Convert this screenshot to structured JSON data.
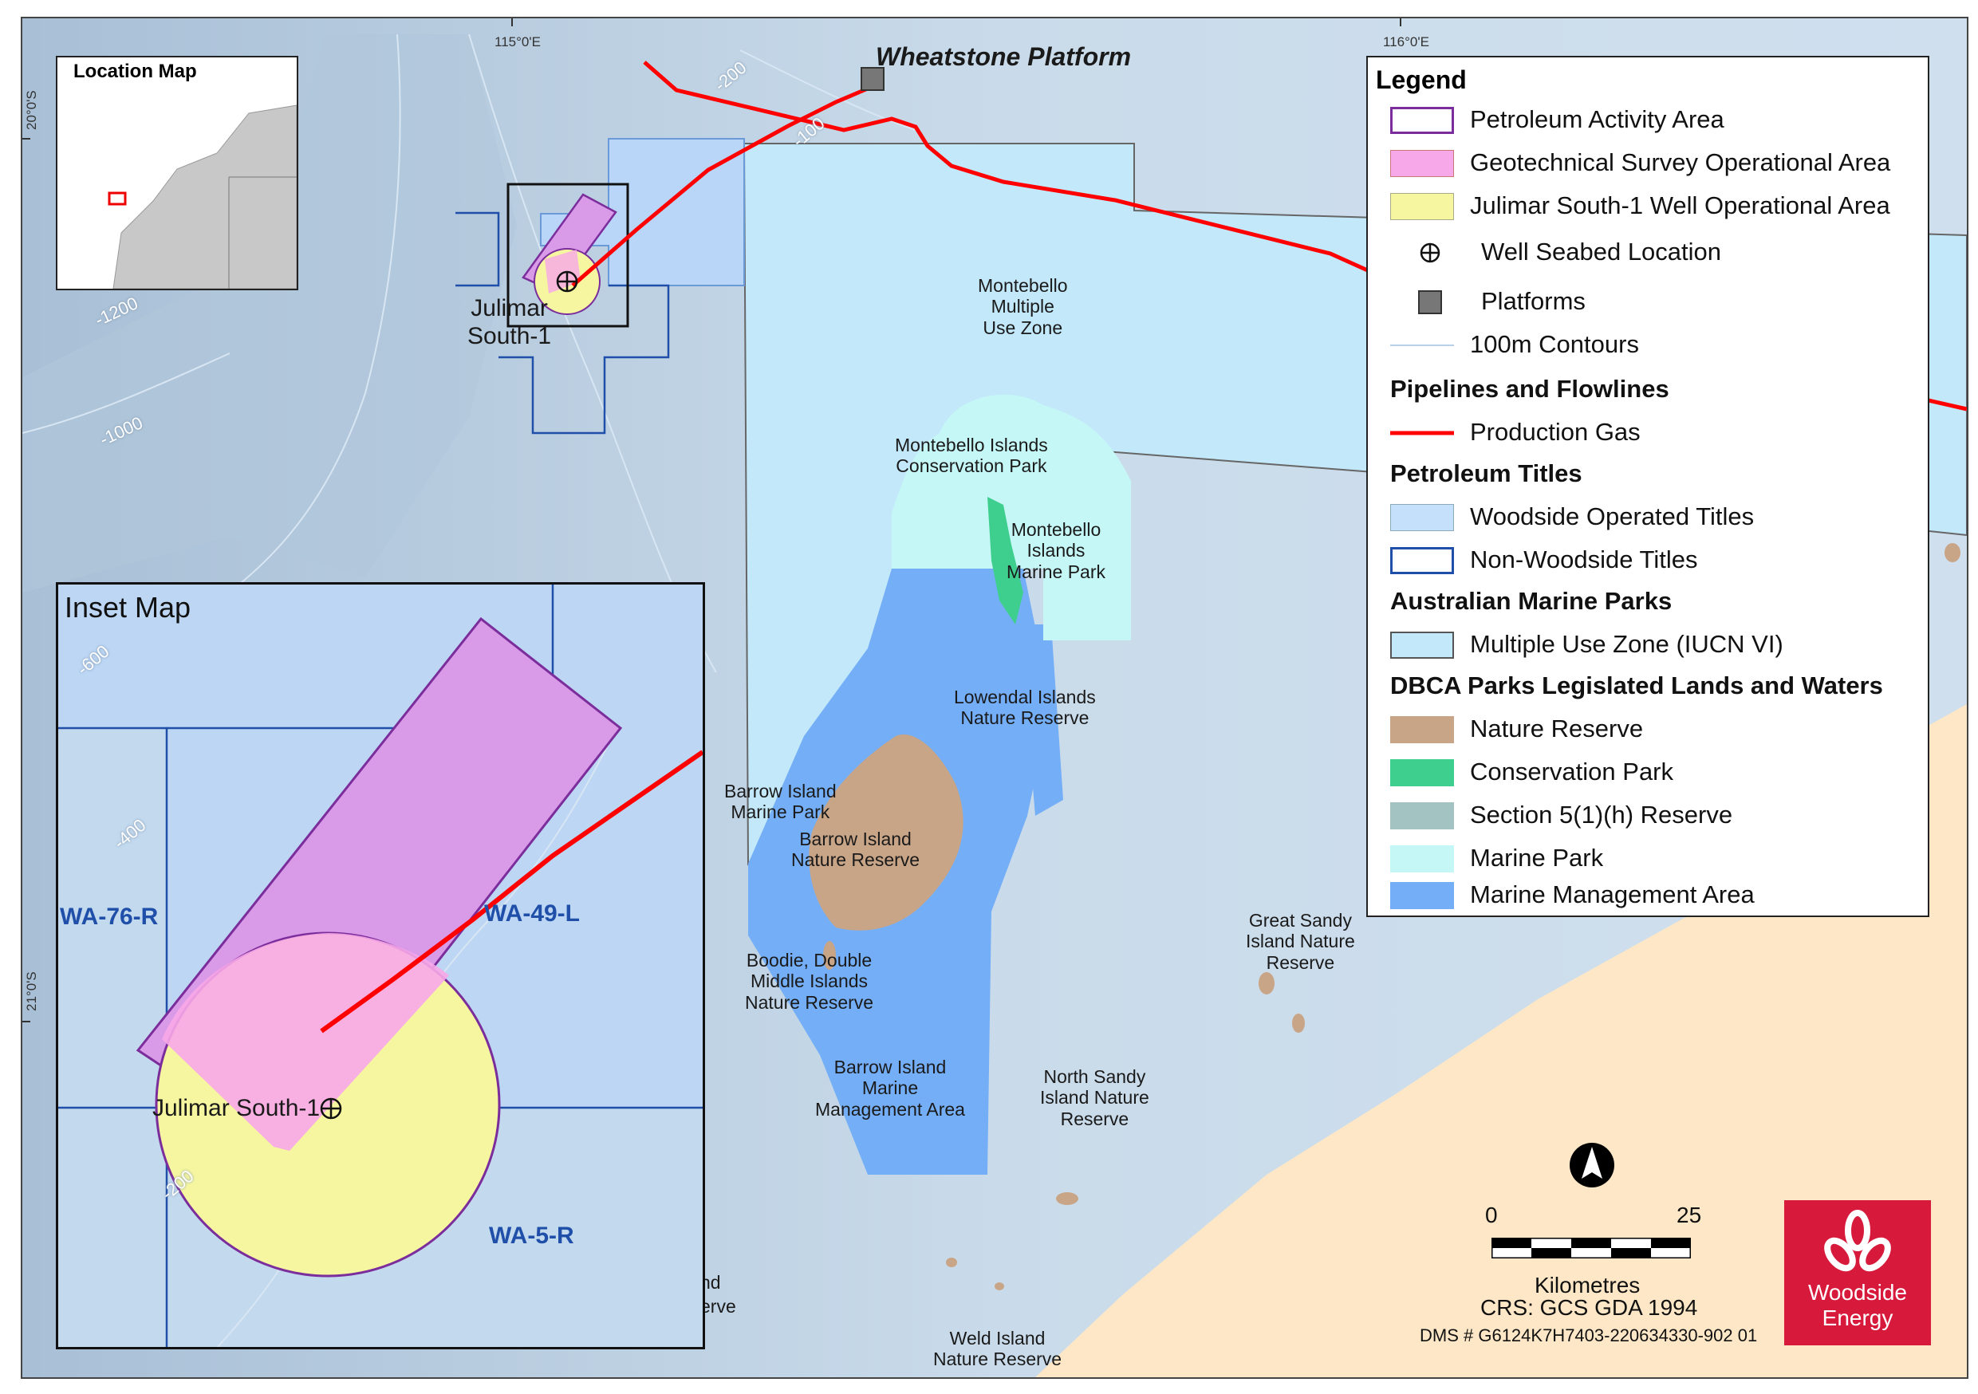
{
  "map": {
    "platform_label": "Wheatstone Platform",
    "well_label": "Julimar\nSouth-1",
    "graticule": {
      "lon_115": "115°0'E",
      "lon_116": "116°0'E",
      "lat_20": "20°0'S",
      "lat_21": "21°0'S"
    },
    "contours": {
      "c200_top": "-200",
      "c100_top": "-100",
      "c1200": "-1200",
      "c1000": "-1000"
    },
    "features": {
      "montebello_muz": "Montebello\nMultiple\nUse Zone",
      "montebello_cp": "Montebello Islands\nConservation Park",
      "montebello_mp": "Montebello\nIslands\nMarine Park",
      "lowendal": "Lowendal Islands\nNature Reserve",
      "barrow_mp": "Barrow Island\nMarine Park",
      "barrow_nr": "Barrow Island\nNature Reserve",
      "boodie": "Boodie, Double\nMiddle Islands\nNature Reserve",
      "barrow_mma": "Barrow Island\nMarine\nManagement Area",
      "great_sandy": "Great Sandy\nIsland Nature\nReserve",
      "north_sandy": "North Sandy\nIsland Nature\nReserve",
      "weld": "Weld Island\nNature Reserve",
      "partial_1": "nd",
      "partial_2": "erve"
    }
  },
  "location_map": {
    "title": "Location Map"
  },
  "inset": {
    "title": "Inset Map",
    "well_label": "Julimar South-1",
    "titles": {
      "wa76": "WA-76-R",
      "wa49": "WA-49-L",
      "wa5": "WA-5-R"
    },
    "contours": {
      "c600": "-600",
      "c400": "-400",
      "c200": "-200"
    }
  },
  "legend": {
    "title": "Legend",
    "items": [
      {
        "label": "Petroleum Activity Area"
      },
      {
        "label": "Geotechnical Survey Operational Area"
      },
      {
        "label": "Julimar South-1 Well Operational Area"
      },
      {
        "label": "Well Seabed Location"
      },
      {
        "label": "Platforms"
      },
      {
        "label": "100m Contours"
      }
    ],
    "sections": {
      "pipelines": "Pipelines and Flowlines",
      "titles": "Petroleum Titles",
      "parks": "Australian Marine Parks",
      "dbca": "DBCA Parks Legislated Lands and Waters"
    },
    "pipeline_items": [
      {
        "label": "Production Gas"
      }
    ],
    "title_items": [
      {
        "label": "Woodside Operated Titles"
      },
      {
        "label": "Non-Woodside Titles"
      }
    ],
    "park_items": [
      {
        "label": "Multiple Use Zone (IUCN VI)"
      }
    ],
    "dbca_items": [
      {
        "label": "Nature Reserve"
      },
      {
        "label": "Conservation Park"
      },
      {
        "label": "Section 5(1)(h) Reserve"
      },
      {
        "label": "Marine Park"
      },
      {
        "label": "Marine Management Area"
      }
    ]
  },
  "scale": {
    "zero": "0",
    "max": "25",
    "units": "Kilometres",
    "crs": "CRS: GCS GDA 1994"
  },
  "dms": "DMS # G6124K7H7403-220634330-902 01",
  "logo": {
    "line1": "Woodside",
    "line2": "Energy"
  },
  "colors": {
    "petroleum_activity": "#7b2d9b",
    "geotech": "#f7a8e8",
    "well_area": "#f6f6a0",
    "pipeline": "#ff0000",
    "woodside_titles": "#c5e0fb",
    "non_woodside": "#1f4fa8",
    "muz": "#c2e8fa",
    "nature_reserve": "#c9a587",
    "conservation_park": "#3ecf8e",
    "section5": "#a3c2c2",
    "marine_park": "#c6f7f7",
    "mma": "#74aef7",
    "land": "#fde7c6",
    "logo_red": "#d71a3c"
  }
}
